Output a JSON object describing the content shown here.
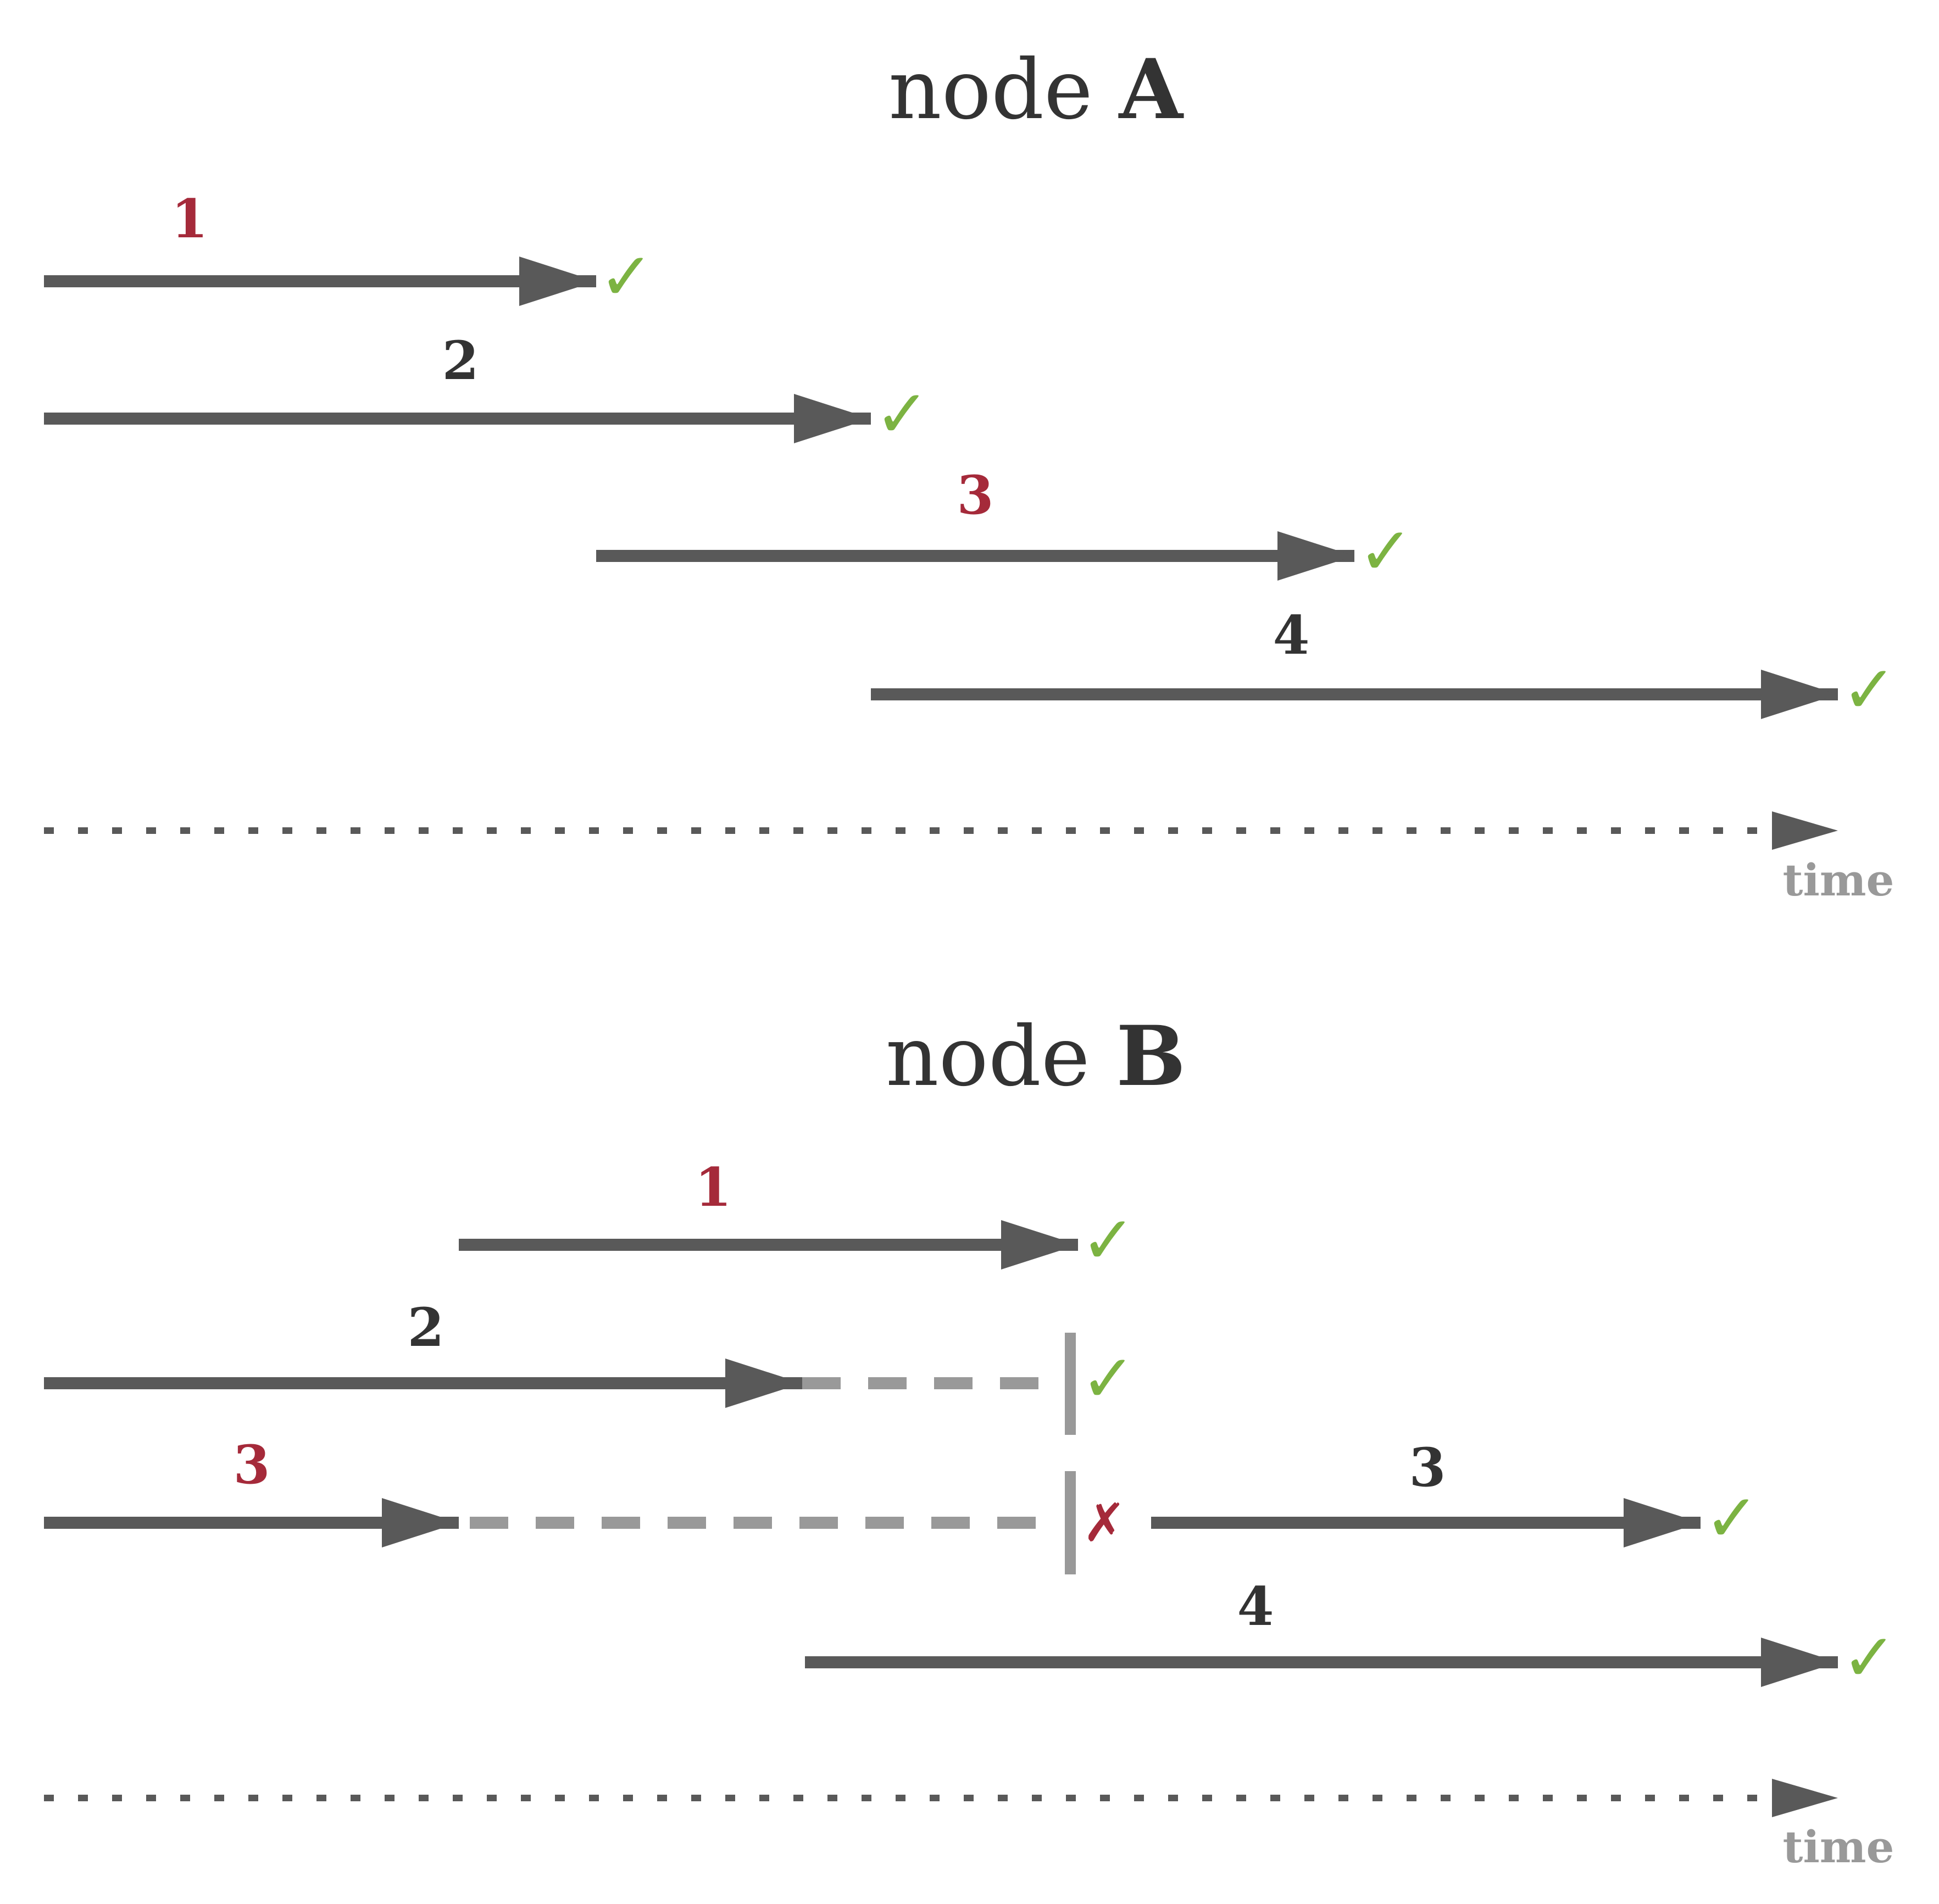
{
  "colors": {
    "arrow": "#595959",
    "pending": "#999999",
    "success": "#7cb342",
    "failure": "#a52a3a",
    "highlight": "#a52a3a",
    "text": "#333333"
  },
  "icons": {
    "success": "check-icon",
    "failure": "cross-icon"
  },
  "node_a": {
    "title_prefix": "node ",
    "title_letter": "A",
    "time_label": "time",
    "labels": [
      "1",
      "2",
      "3",
      "4"
    ],
    "check_mark": "✓"
  },
  "node_b": {
    "title_prefix": "node ",
    "title_letter": "B",
    "time_label": "time",
    "labels": [
      "1",
      "2",
      "3",
      "3",
      "4"
    ],
    "check_mark": "✓",
    "cross_mark": "✗"
  }
}
